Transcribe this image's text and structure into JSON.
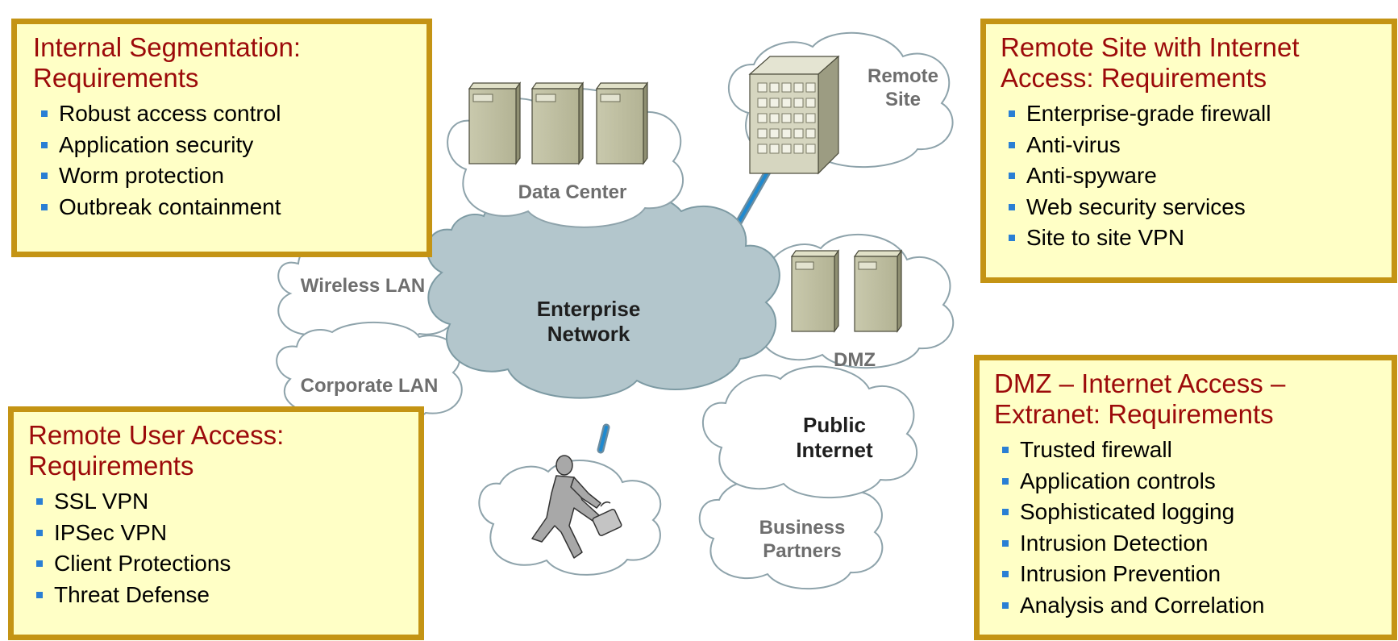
{
  "clouds": {
    "enterprise": "Enterprise\nNetwork",
    "data_center": "Data Center",
    "remote_site": "Remote\nSite",
    "wireless_lan": "Wireless LAN",
    "corporate_lan": "Corporate LAN",
    "dmz": "DMZ",
    "public_internet": "Public\nInternet",
    "business_partners": "Business\nPartners"
  },
  "boxes": {
    "internal": {
      "title": "Internal Segmentation:\nRequirements",
      "items": [
        "Robust access control",
        "Application security",
        "Worm protection",
        "Outbreak containment"
      ]
    },
    "remote_site": {
      "title": "Remote Site with Internet\nAccess: Requirements",
      "items": [
        "Enterprise-grade firewall",
        "Anti-virus",
        "Anti-spyware",
        "Web security services",
        "Site to site VPN"
      ]
    },
    "remote_user": {
      "title": "Remote User Access:\nRequirements",
      "items": [
        "SSL VPN",
        "IPSec VPN",
        "Client Protections",
        "Threat Defense"
      ]
    },
    "dmz": {
      "title": "DMZ – Internet Access –\nExtranet: Requirements",
      "items": [
        "Trusted firewall",
        "Application controls",
        "Sophisticated logging",
        "Intrusion Detection",
        "Intrusion Prevention",
        "Analysis and Correlation"
      ]
    }
  },
  "colors": {
    "box_fill": "#ffffc6",
    "box_border": "#c49414",
    "box_title": "#9c0a0a",
    "bullet": "#2a7fd4",
    "enterprise_cloud": "#b3c6cc",
    "link": "#1f8ad0"
  },
  "icons": [
    "server-icon",
    "office-building-icon",
    "running-businessman-icon"
  ]
}
